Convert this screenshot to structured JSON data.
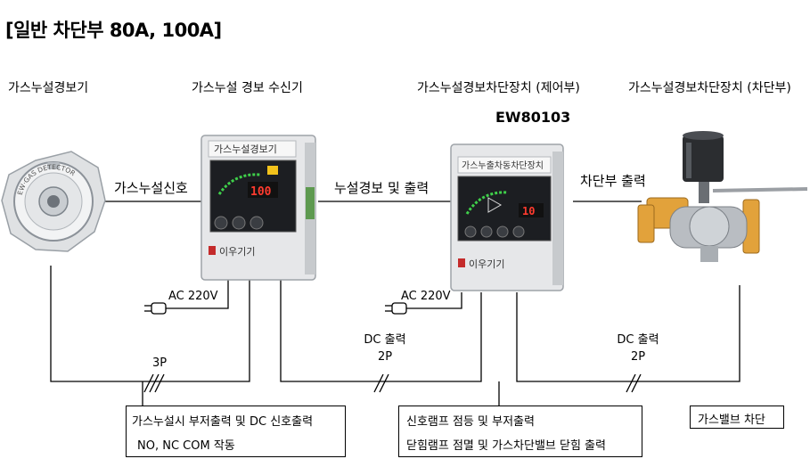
{
  "title": "[일반 차단부 80A, 100A]",
  "devices": {
    "detector": "가스누설경보기",
    "receiver": "가스누설 경보 수신기",
    "controller": "가스누설경보차단장치 (제어부)",
    "shutoff": "가스누설경보차단장치 (차단부)"
  },
  "model_number": "EW80103",
  "device_text": {
    "receiver_header": "가스누설경보기",
    "receiver_display": "100",
    "receiver_brand": "이우기기",
    "controller_header": "가스누출차동차단장치",
    "controller_display": "10",
    "controller_brand": "이우기기",
    "detector_ring": "EW·GAS DETECTOR"
  },
  "signals": {
    "leak_signal": "가스누설신호",
    "alarm_output": "누설경보 및 출력",
    "shutoff_output": "차단부 출력"
  },
  "power": {
    "receiver_ac": "AC 220V",
    "controller_ac": "AC 220V"
  },
  "wiring": {
    "w1": "3P",
    "w2_label": "DC 출력",
    "w2_pins": "2P",
    "w3_label": "DC 출력",
    "w3_pins": "2P"
  },
  "notes": {
    "box1_line1": "가스누설시 부저출력 및 DC 신호출력",
    "box1_line2": "NO, NC COM 작동",
    "box2_line1": "신호램프 점등 및 부저출력",
    "box2_line2": "닫힘램프 점멸 및 가스차단밸브 닫힘 출력",
    "box3": "가스밸브 차단"
  }
}
